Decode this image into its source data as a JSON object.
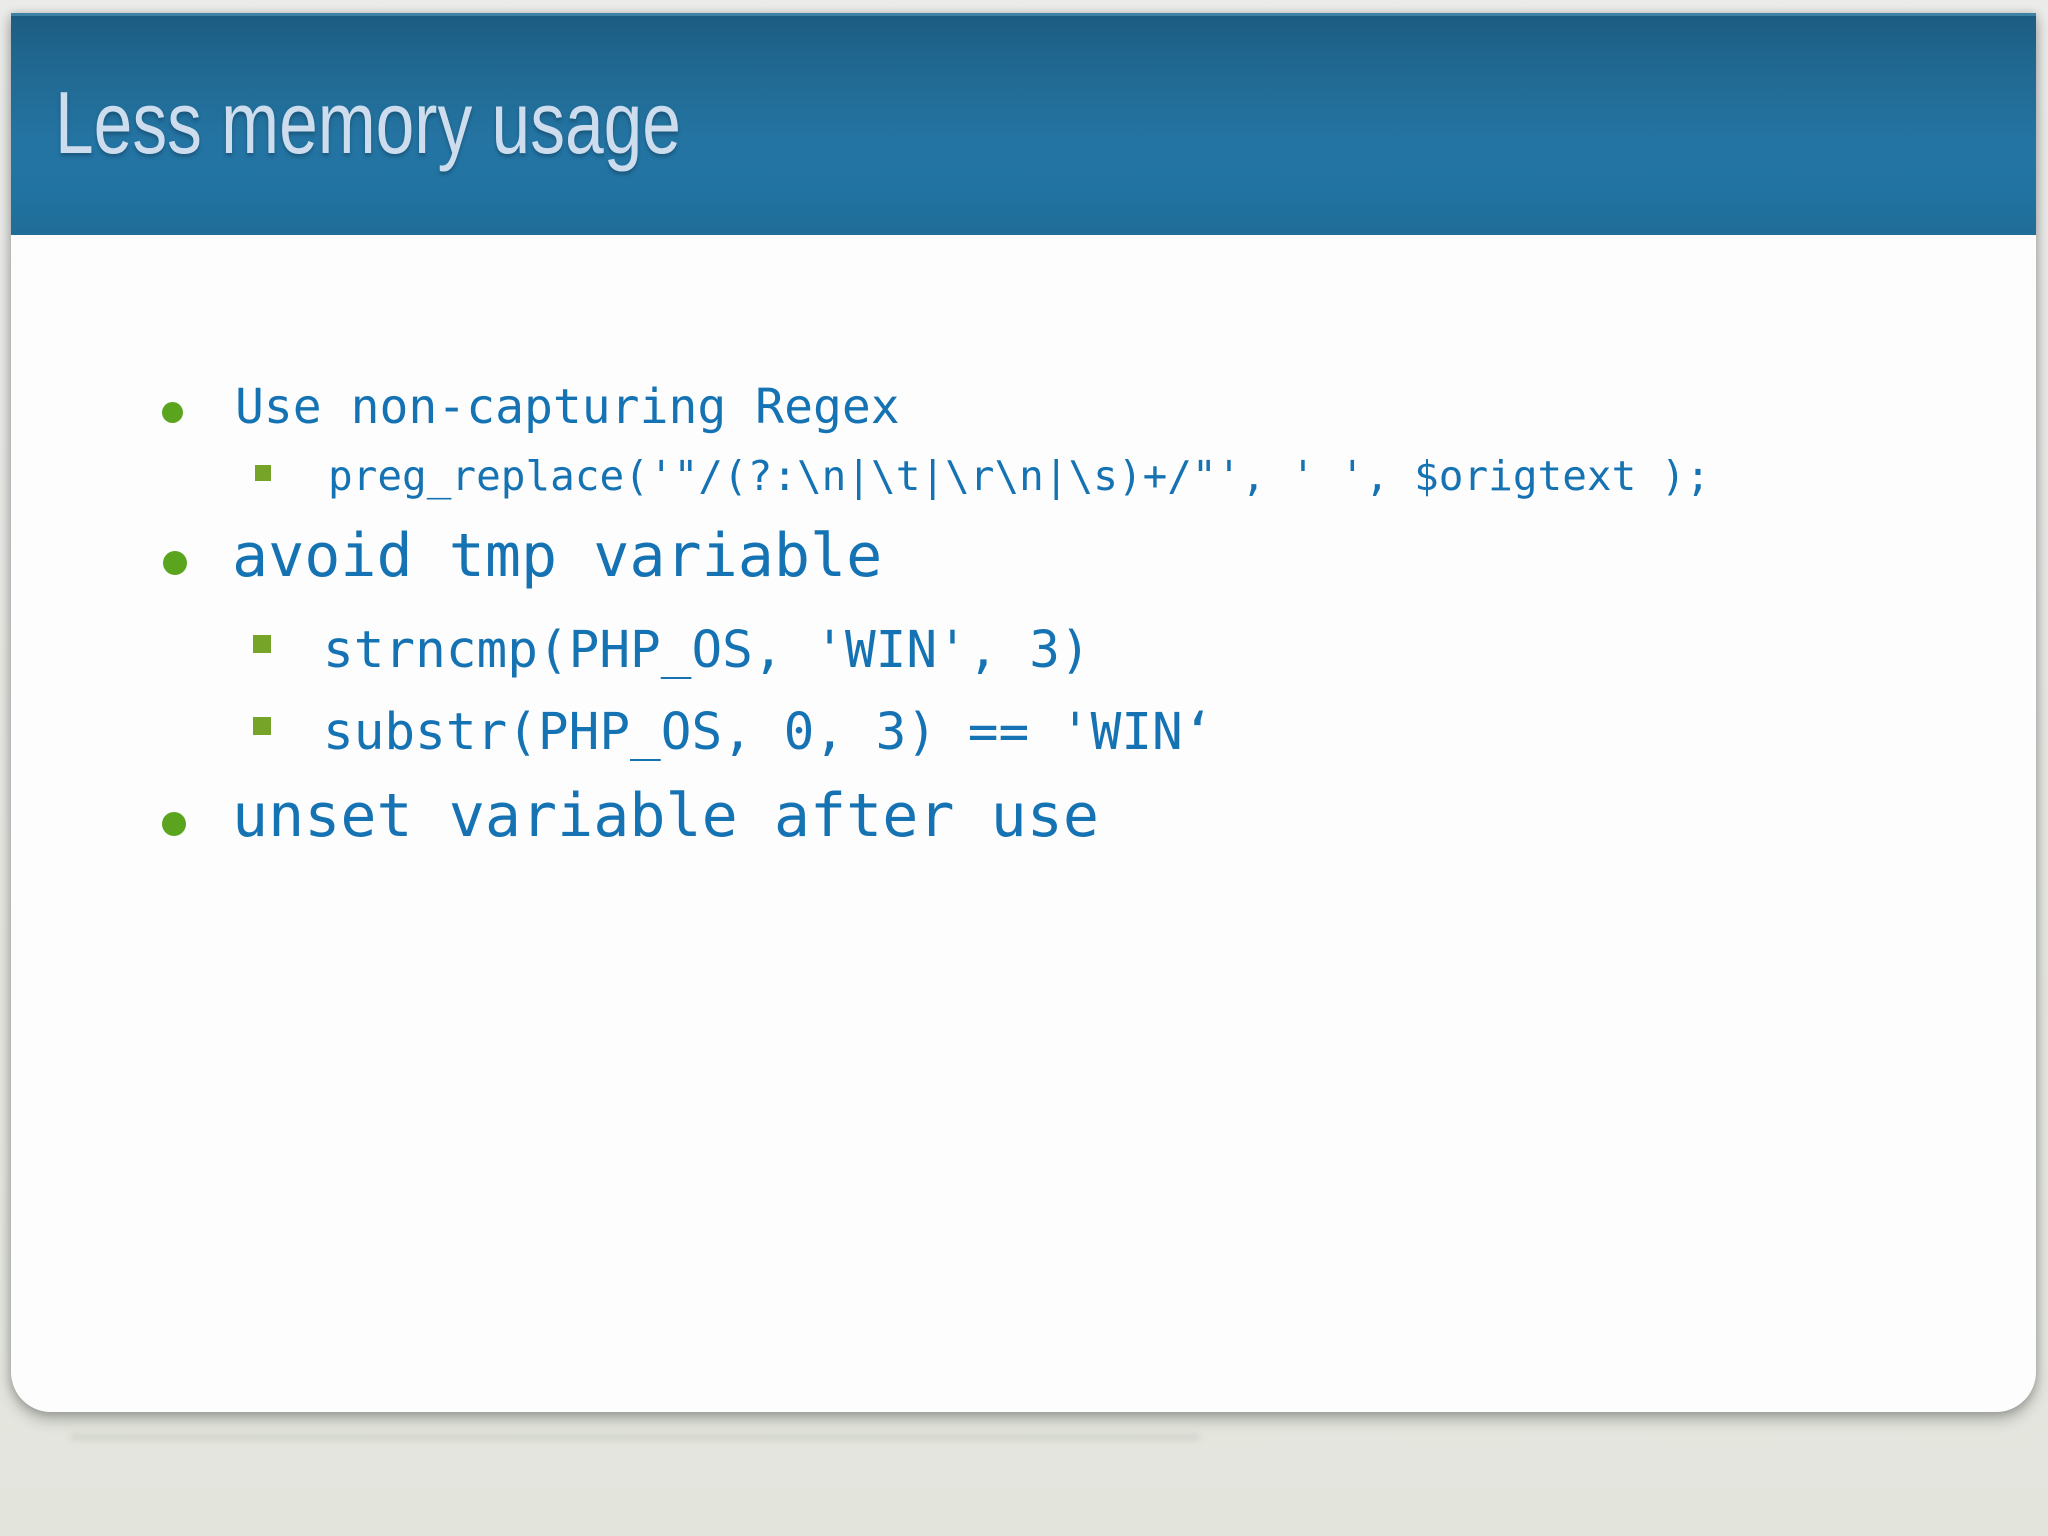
{
  "slide": {
    "title": "Less memory usage",
    "bullets": [
      {
        "level": 1,
        "marker": "dot",
        "text": "Use non-capturing Regex"
      },
      {
        "level": 2,
        "marker": "square",
        "text": "preg_replace('\"/(?:\\n|\\t|\\r\\n|\\s)+/\"', ' ', $origtext );"
      },
      {
        "level": 1,
        "marker": "dot",
        "text": "avoid tmp variable"
      },
      {
        "level": 2,
        "marker": "square",
        "text": "strncmp(PHP_OS, 'WIN', 3)"
      },
      {
        "level": 2,
        "marker": "square",
        "text": "substr(PHP_OS, 0, 3) == 'WIN‘"
      },
      {
        "level": 1,
        "marker": "dot",
        "text": "unset variable after use"
      }
    ],
    "colors": {
      "header_gradient_top": "#1c5c82",
      "header_gradient_mid": "#2474a3",
      "header_gradient_bottom": "#206d97",
      "title_text": "#cedded",
      "body_text_blue": "#1673b3",
      "bullet_dot_green": "#5aa41e",
      "bullet_square_green": "#76a428",
      "slide_background": "#fdfdfd",
      "page_background": "#e7e8e4"
    }
  }
}
